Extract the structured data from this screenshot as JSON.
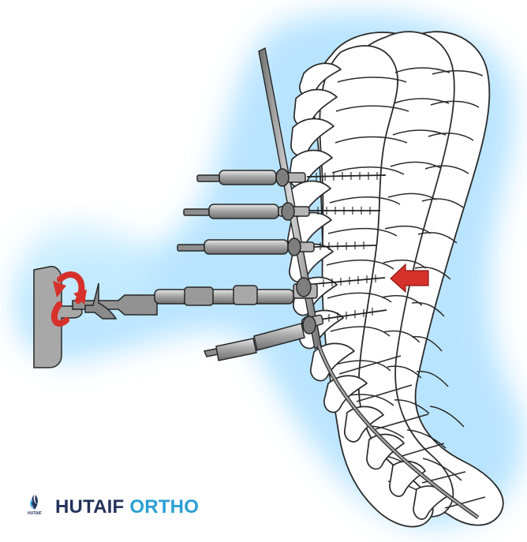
{
  "brand": {
    "logo_text": "HUTAIF",
    "name_part_1": "HUTAIF",
    "name_part_2": "ORTHO"
  },
  "colors": {
    "glow": "#bfe8ff",
    "bone_fill": "#ffffff",
    "bone_stroke": "#2a2a2a",
    "instrument_fill": "#9c9c9c",
    "rotation_arrow": "#d6312b",
    "pointer_arrow": "#d6312b",
    "brand_dark": "#24335b",
    "brand_light": "#2b9ed4"
  },
  "icons": {
    "logo": "hutaif-logo-icon",
    "rotation": "rotation-arrow-icon",
    "pointer": "pointer-arrow-icon"
  }
}
